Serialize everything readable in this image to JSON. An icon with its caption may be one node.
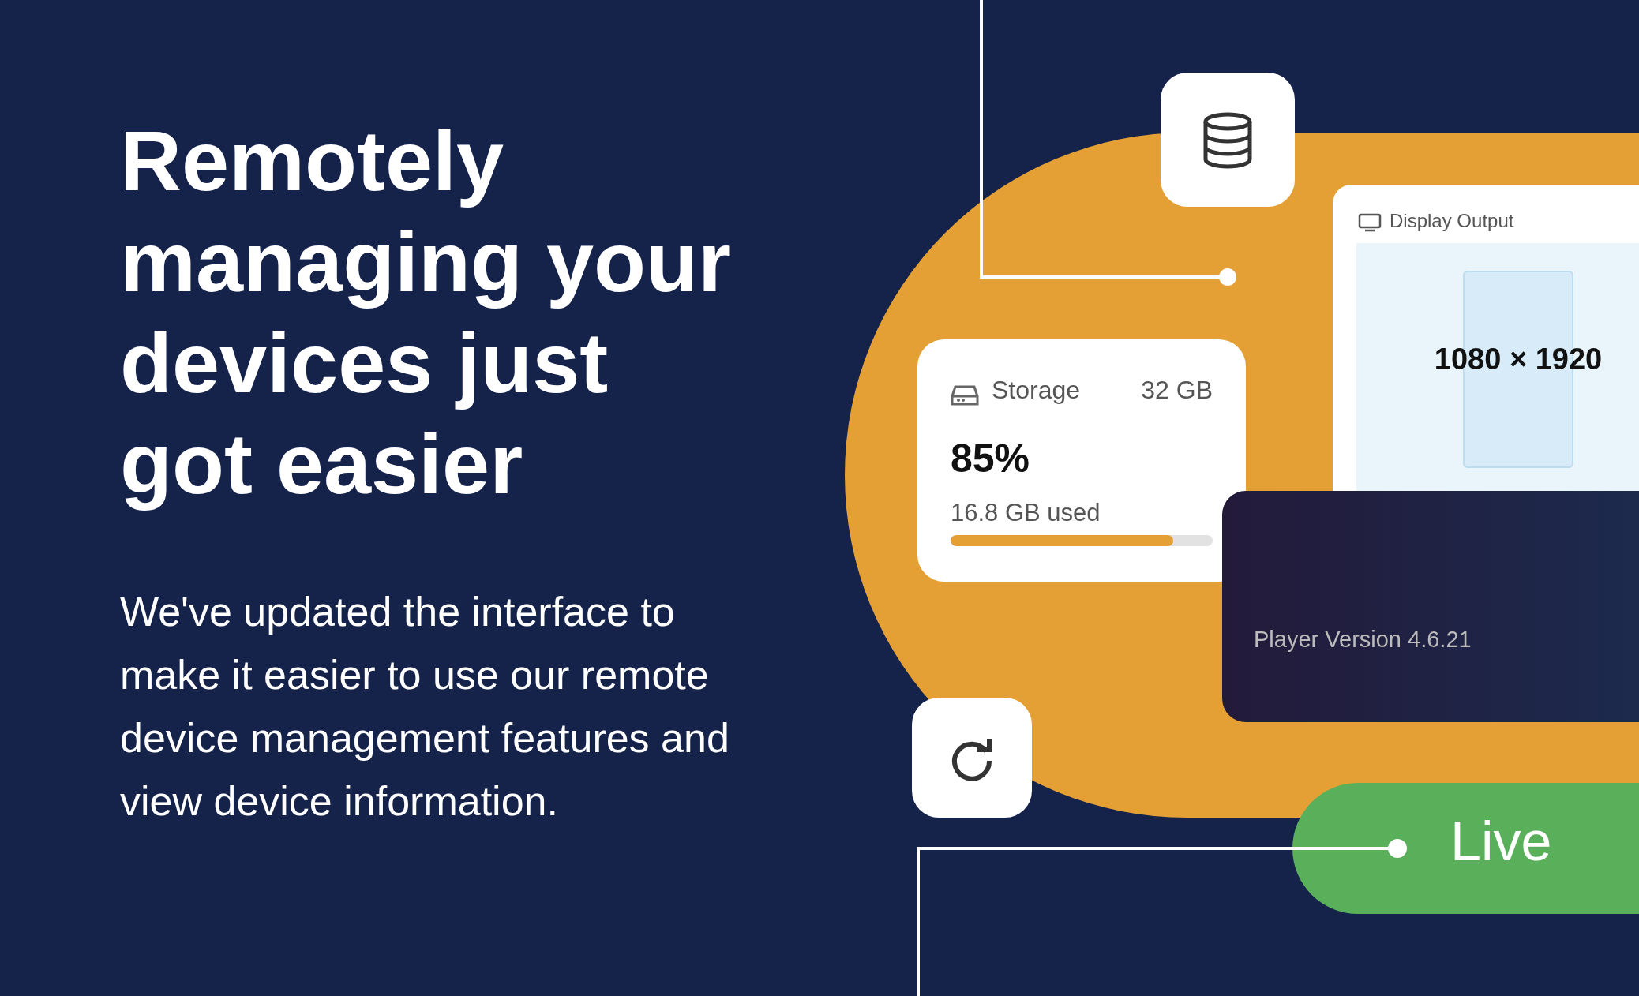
{
  "diagram": {
    "title": "Remotely managing your devices just got easier",
    "nodes": [
      {
        "text": [
          "Storage",
          "32 GB",
          "85%",
          "16.8 GB used"
        ]
      },
      {
        "text": [
          "Display Output",
          "1080 × 1920"
        ]
      },
      {
        "text": [
          "Player Version 4.6.21"
        ]
      },
      {
        "text": [
          "Live"
        ]
      },
      {
        "text": [],
        "shape": "box"
      },
      {
        "text": [],
        "shape": "box"
      }
    ],
    "edges": [
      {
        "from": null,
        "to": 3,
        "arrow": "other"
      }
    ],
    "labels": [
      "We've updated the interface to make it easier to use our remote device management features and view device information."
    ]
  }
}
